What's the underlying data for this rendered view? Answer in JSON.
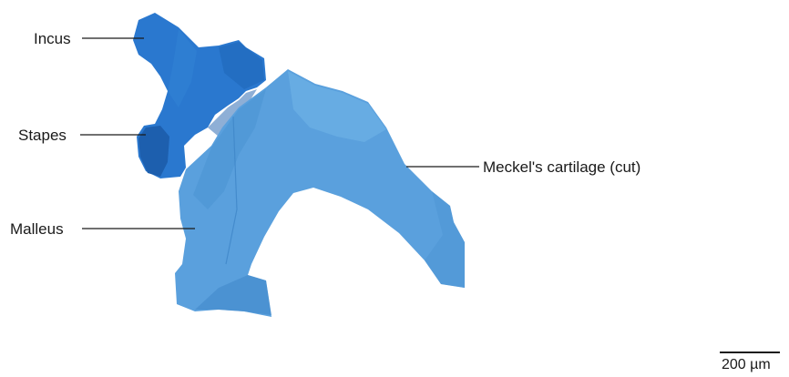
{
  "labels": {
    "incus": "Incus",
    "stapes": "Stapes",
    "malleus": "Malleus",
    "meckel": "Meckel's cartilage (cut)"
  },
  "scale_bar": {
    "label": "200 µm"
  },
  "colors": {
    "incus_stapes": "#2a78cf",
    "incus_shadow": "#1d5fae",
    "malleus_meckel": "#5aa0dd",
    "malleus_shadow": "#3f86c8",
    "leader": "#1a1a1a"
  }
}
